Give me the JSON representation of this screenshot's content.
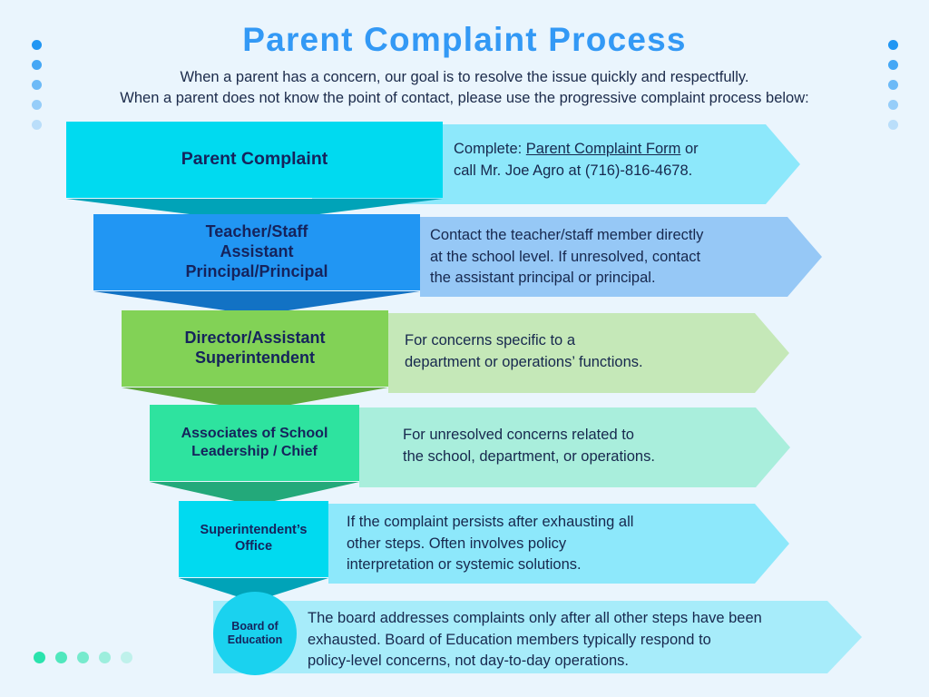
{
  "header": {
    "title": "Parent Complaint Process",
    "subtitle_line1": "When a parent has a concern, our goal is to resolve the issue quickly and respectfully.",
    "subtitle_line2": "When a parent does not know the point of contact, please use the progressive complaint process below:"
  },
  "colors": {
    "background": "#eaf5fd",
    "title": "#3399f5",
    "body_text": "#17284e",
    "label_text": "#15235c",
    "dot_blue": "#2196f3",
    "dot_green": "#2ae3ad"
  },
  "decor": {
    "left_dots_count": 5,
    "right_dots_count": 5,
    "bottom_dots_count": 5
  },
  "steps": [
    {
      "id": "parent-complaint",
      "label": "Parent Complaint",
      "label_lines": [
        "Parent Complaint"
      ],
      "desc_lines": [
        "Complete: Parent Complaint Form or",
        "call Mr. Joe Agro at (716)-816-4678."
      ],
      "link_text": "Parent Complaint Form",
      "desc_prefix": "Complete: ",
      "desc_suffix": " or",
      "desc_line2": "call Mr. Joe Agro at (716)-816-4678.",
      "box_color": "#00daf0",
      "fold_color": "#00a3b8",
      "banner_color": "#8de8fb"
    },
    {
      "id": "teacher-staff",
      "label": "Teacher/Staff Assistant Principal/Principal",
      "label_lines": [
        "Teacher/Staff",
        "Assistant",
        "Principal/Principal"
      ],
      "desc_lines": [
        "Contact the teacher/staff member directly",
        "at the school level. If unresolved, contact",
        "the assistant principal or principal."
      ],
      "box_color": "#2196f3",
      "fold_color": "#1272c4",
      "banner_color": "#96c8f6"
    },
    {
      "id": "director-assistant-superintendent",
      "label": "Director/Assistant Superintendent",
      "label_lines": [
        "Director/Assistant",
        "Superintendent"
      ],
      "desc_lines": [
        "For concerns specific to a",
        "department or operations’ functions."
      ],
      "box_color": "#82d256",
      "fold_color": "#5fa83c",
      "banner_color": "#c5e8b8"
    },
    {
      "id": "associates-school-leadership",
      "label": "Associates of School Leadership / Chief",
      "label_lines": [
        "Associates of School",
        "Leadership / Chief"
      ],
      "desc_lines": [
        "For unresolved concerns related to",
        "the school, department, or operations."
      ],
      "box_color": "#2ee39f",
      "fold_color": "#23a97a",
      "banner_color": "#a9eedc"
    },
    {
      "id": "superintendents-office",
      "label": "Superintendent’s Office",
      "label_lines": [
        "Superintendent’s",
        "Office"
      ],
      "desc_lines": [
        "If the complaint persists after exhausting all",
        "other steps. Often involves policy",
        "interpretation or systemic solutions."
      ],
      "box_color": "#00daf0",
      "fold_color": "#00a3b8",
      "banner_color": "#8de8fb"
    },
    {
      "id": "board-of-education",
      "label": "Board of Education",
      "label_lines": [
        "Board of",
        "Education"
      ],
      "desc_lines": [
        "The board addresses complaints only after all other steps have been",
        "exhausted. Board of Education members typically respond to",
        "policy-level concerns, not day-to-day operations."
      ],
      "box_color": "#1ad2ef",
      "banner_color": "#a7ecfa",
      "shape": "circle"
    }
  ]
}
